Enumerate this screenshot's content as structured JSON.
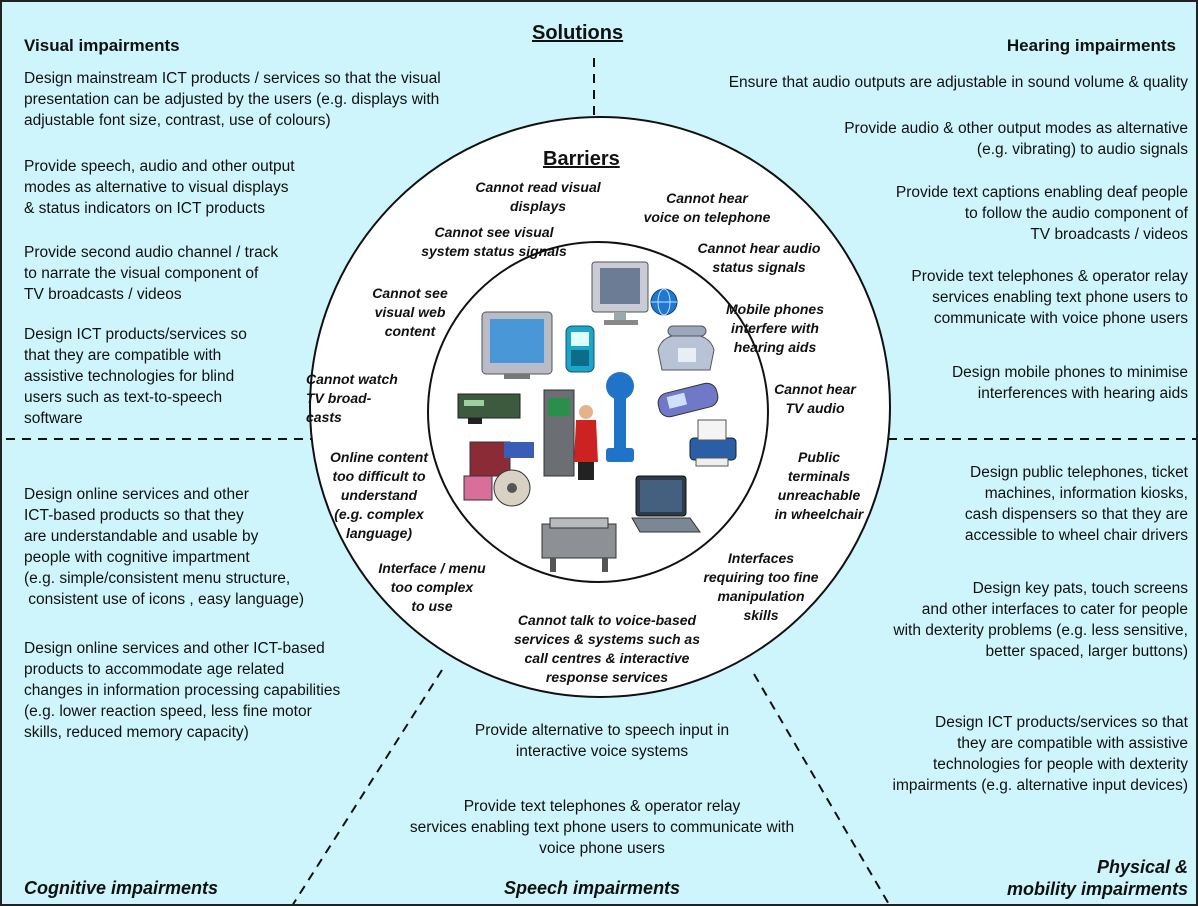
{
  "solutions_title": "Solutions",
  "barriers_title": "Barriers",
  "categories": {
    "visual": "Visual impairments",
    "hearing": "Hearing impairments",
    "cognitive": "Cognitive impairments",
    "speech": "Speech impairments",
    "physical_1": "Physical &",
    "physical_2": "mobility impairments"
  },
  "solutions": {
    "visual": [
      [
        "Design mainstream ICT products / services so that the visual",
        "presentation can be adjusted by the users (e.g. displays with",
        "adjustable font size, contrast, use of colours)"
      ],
      [
        "Provide speech, audio and other output",
        "modes as alternative to visual displays",
        "& status indicators on ICT products"
      ],
      [
        "Provide second audio channel / track",
        "to narrate the visual component of",
        "TV broadcasts / videos"
      ],
      [
        "Design ICT products/services so",
        "that they are compatible with",
        "assistive technologies for blind",
        "users such as text-to-speech",
        "software"
      ]
    ],
    "hearing": [
      [
        "Ensure that audio outputs are adjustable in sound volume & quality"
      ],
      [
        "Provide audio & other output modes as alternative",
        "(e.g. vibrating) to audio signals"
      ],
      [
        "Provide text captions enabling deaf people",
        "to follow the audio component of",
        "TV broadcasts / videos"
      ],
      [
        "Provide text telephones & operator relay",
        "services enabling text phone users to",
        "communicate with voice phone users"
      ],
      [
        "Design mobile phones to minimise",
        "interferences with hearing aids"
      ]
    ],
    "cognitive": [
      [
        "Design online services and other",
        "ICT-based products so that they",
        "are understandable and usable by",
        "people with cognitive impartment",
        "(e.g. simple/consistent menu structure,",
        " consistent use of icons , easy language)"
      ],
      [
        "Design online services and other ICT-based",
        "products to accommodate age related",
        "changes in information processing capabilities",
        "(e.g. lower reaction speed,  less fine motor",
        "skills, reduced memory capacity)"
      ]
    ],
    "speech": [
      [
        "Provide alternative to speech input in",
        "interactive voice systems"
      ],
      [
        "Provide text telephones & operator relay",
        "services enabling text phone users to communicate with",
        "voice phone users"
      ]
    ],
    "physical": [
      [
        "Design public telephones, ticket",
        "machines, information kiosks,",
        "cash dispensers so that they are",
        "accessible to wheel chair drivers"
      ],
      [
        "Design key pats, touch screens",
        "and other interfaces to cater for people",
        "with dexterity problems (e.g. less sensitive,",
        "better spaced, larger  buttons)"
      ],
      [
        "Design ICT products/services so that",
        "they are compatible with assistive",
        "technologies for people with dexterity",
        "impairments (e.g. alternative input devices)"
      ]
    ]
  },
  "barriers": [
    "Cannot read visual\ndisplays",
    "Cannot hear\nvoice on telephone",
    "Cannot see visual\nsystem status signals",
    "Cannot hear audio\nstatus signals",
    "Cannot see\nvisual web\ncontent",
    "Mobile phones\ninterfere with\nhearing aids",
    "Cannot watch\nTV broad-\ncasts",
    "Cannot hear\nTV audio",
    "Online content\ntoo difficult to\nunderstand\n(e.g. complex\nlanguage)",
    "Public\nterminals\nunreachable\nin wheelchair",
    "Interface / menu\ntoo complex\nto use",
    "Interfaces\nrequiring too fine\nmanipulation\nskills",
    "Cannot talk to voice-based\nservices & systems such as\ncall centres & interactive\nresponse services"
  ],
  "icons": [
    "monitor-icon",
    "globe-icon",
    "television-icon",
    "pda-icon",
    "desk-telephone-icon",
    "set-top-box-icon",
    "disability-symbol-icon",
    "atm-user-icon",
    "mobile-phone-icon",
    "film-reel-icon",
    "printer-icon",
    "laptop-icon",
    "kiosk-machine-icon"
  ],
  "colors": {
    "background": "#cdf5fb",
    "circle_fill": "#ffffff",
    "line": "#111111"
  }
}
